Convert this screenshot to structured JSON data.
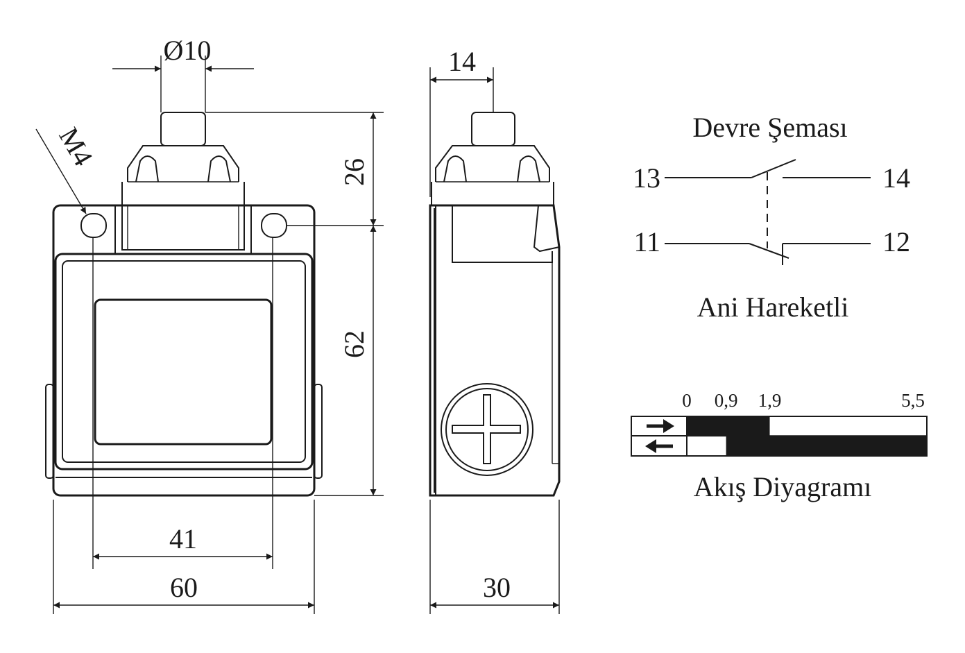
{
  "front_view": {
    "dim_diameter": "Ø10",
    "dim_thread": "M4",
    "dim_top_height": "26",
    "dim_body_height": "62",
    "dim_hole_spacing": "41",
    "dim_width": "60"
  },
  "side_view": {
    "dim_plunger_offset": "14",
    "dim_depth": "30"
  },
  "circuit": {
    "title": "Devre Şeması",
    "terminal_13": "13",
    "terminal_14": "14",
    "terminal_11": "11",
    "terminal_12": "12",
    "caption": "Ani Hareketli"
  },
  "flow_diagram": {
    "title": "Akış Diyagramı",
    "scale_max": 5.5,
    "ticks": [
      {
        "label": "0",
        "value": 0
      },
      {
        "label": "0,9",
        "value": 0.9
      },
      {
        "label": "1,9",
        "value": 1.9
      },
      {
        "label": "5,5",
        "value": 5.5
      }
    ],
    "rows": [
      {
        "direction": "forward",
        "filled_from": 0,
        "filled_to": 1.9
      },
      {
        "direction": "return",
        "filled_from": 0.9,
        "filled_to": 5.5
      }
    ],
    "fill_color": "#1a1a1a"
  }
}
